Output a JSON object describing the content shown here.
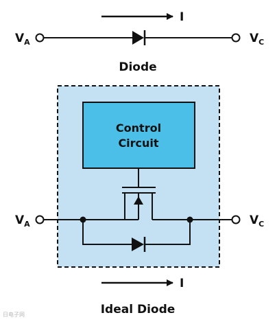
{
  "top": {
    "current_label": "I",
    "va_main": "V",
    "va_sub": "A",
    "vc_main": "V",
    "vc_sub": "C",
    "caption": "Diode"
  },
  "bottom": {
    "current_label": "I",
    "va_main": "V",
    "va_sub": "A",
    "vc_main": "V",
    "vc_sub": "C",
    "control_line1": "Control",
    "control_line2": "Circuit",
    "caption": "Ideal Diode"
  },
  "watermark": "日电子网",
  "colors": {
    "ink": "#111111",
    "region_fill": "#c3e1f2",
    "control_fill": "#4cbfe8"
  }
}
